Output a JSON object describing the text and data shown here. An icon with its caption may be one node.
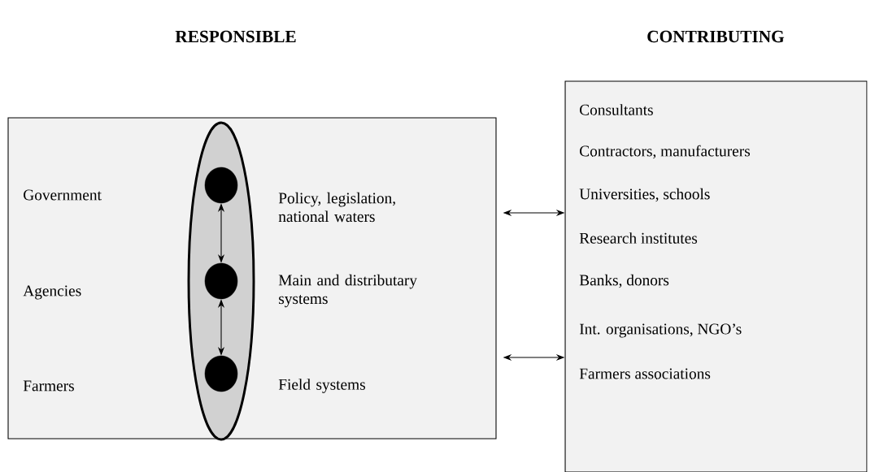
{
  "diagram": {
    "nodes": [
      {
        "text": [
          "Government",
          "Policy, legislation, national waters",
          "Agencies",
          "Main and distributary systems",
          "Farmers",
          "Field systems"
        ]
      },
      {
        "text": [],
        "shape": "ellipse",
        "in": 0
      },
      {
        "text": [],
        "shape": "circle",
        "in": 1
      },
      {
        "text": [],
        "shape": "circle",
        "in": 1
      },
      {
        "text": [],
        "shape": "circle",
        "in": 1
      },
      {
        "text": [
          "Consultants",
          "Contractors, manufacturers",
          "Universities, schools",
          "Research institutes",
          "Banks, donors",
          "Int. organisations, NGO’s",
          "Farmers associations"
        ]
      }
    ],
    "edges": [
      {
        "from": 2,
        "to": 3,
        "arrow": "both"
      },
      {
        "from": 3,
        "to": 4,
        "arrow": "both"
      },
      {
        "from": 0,
        "to": 5,
        "arrow": "both"
      },
      {
        "from": 0,
        "to": 5,
        "arrow": "both"
      }
    ],
    "labels": [
      "RESPONSIBLE",
      "CONTRIBUTING"
    ]
  }
}
